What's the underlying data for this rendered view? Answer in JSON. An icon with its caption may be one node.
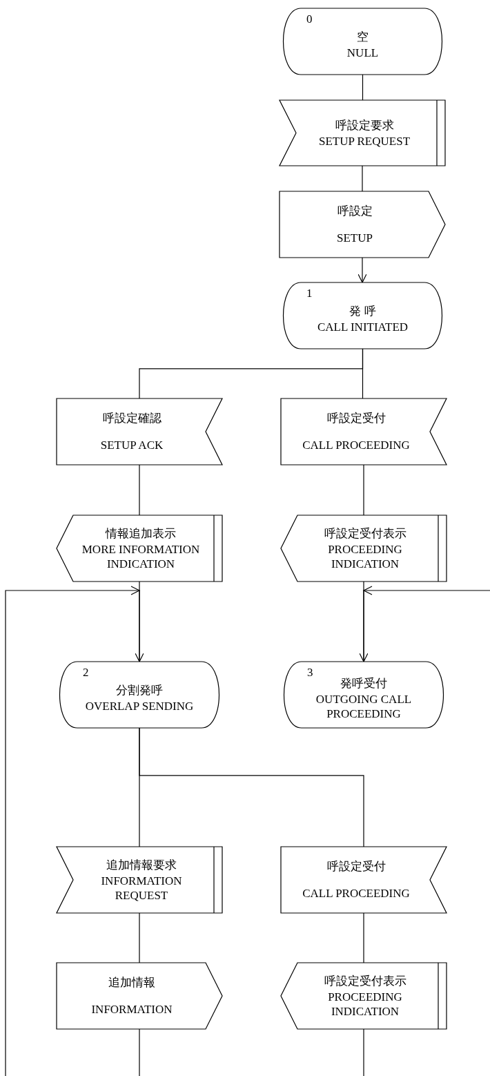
{
  "diagram": {
    "nodes": [
      {
        "text": [
          "0",
          "空",
          "NULL"
        ]
      },
      {
        "text": [
          "呼設定要求",
          "SETUP REQUEST"
        ]
      },
      {
        "text": [
          "呼設定",
          "SETUP"
        ]
      },
      {
        "text": [
          "1",
          "発 呼",
          "CALL INITIATED"
        ]
      },
      {
        "text": [
          "呼設定確認",
          "SETUP ACK"
        ]
      },
      {
        "text": [
          "呼設定受付",
          "CALL PROCEEDING"
        ]
      },
      {
        "text": [
          "情報追加表示",
          "MORE INFORMATION INDICATION"
        ]
      },
      {
        "text": [
          "呼設定受付表示",
          "PROCEEDING INDICATION"
        ]
      },
      {
        "text": [
          "2",
          "分割発呼",
          "OVERLAP SENDING"
        ]
      },
      {
        "text": [
          "3",
          "発呼受付",
          "OUTGOING CALL PROCEEDING"
        ]
      },
      {
        "text": [
          "追加情報要求",
          "INFORMATION REQUEST"
        ]
      },
      {
        "text": [
          "呼設定受付",
          "CALL PROCEEDING"
        ]
      },
      {
        "text": [
          "追加情報",
          "INFORMATION"
        ]
      },
      {
        "text": [
          "呼設定受付表示",
          "PROCEEDING INDICATION"
        ]
      }
    ],
    "edges": [
      {
        "from": 0,
        "to": 1,
        "arrow": "none"
      },
      {
        "from": 1,
        "to": 2,
        "arrow": "none"
      },
      {
        "from": 2,
        "to": 3,
        "arrow": "to"
      },
      {
        "from": 3,
        "to": 4,
        "arrow": "none"
      },
      {
        "from": 3,
        "to": 5,
        "arrow": "none"
      },
      {
        "from": 4,
        "to": 6,
        "arrow": "none"
      },
      {
        "from": 5,
        "to": 7,
        "arrow": "none"
      },
      {
        "from": 6,
        "to": 8,
        "arrow": "to"
      },
      {
        "from": 7,
        "to": 9,
        "arrow": "to"
      },
      {
        "from": null,
        "to": 8,
        "arrow": "to"
      },
      {
        "from": null,
        "to": 9,
        "arrow": "to"
      },
      {
        "from": 8,
        "to": 10,
        "arrow": "none"
      },
      {
        "from": 8,
        "to": 11,
        "arrow": "none"
      },
      {
        "from": 10,
        "to": 12,
        "arrow": "none"
      },
      {
        "from": 11,
        "to": 13,
        "arrow": "none"
      },
      {
        "from": 12,
        "to": null,
        "arrow": "none"
      },
      {
        "from": 13,
        "to": null,
        "arrow": "none"
      }
    ]
  }
}
